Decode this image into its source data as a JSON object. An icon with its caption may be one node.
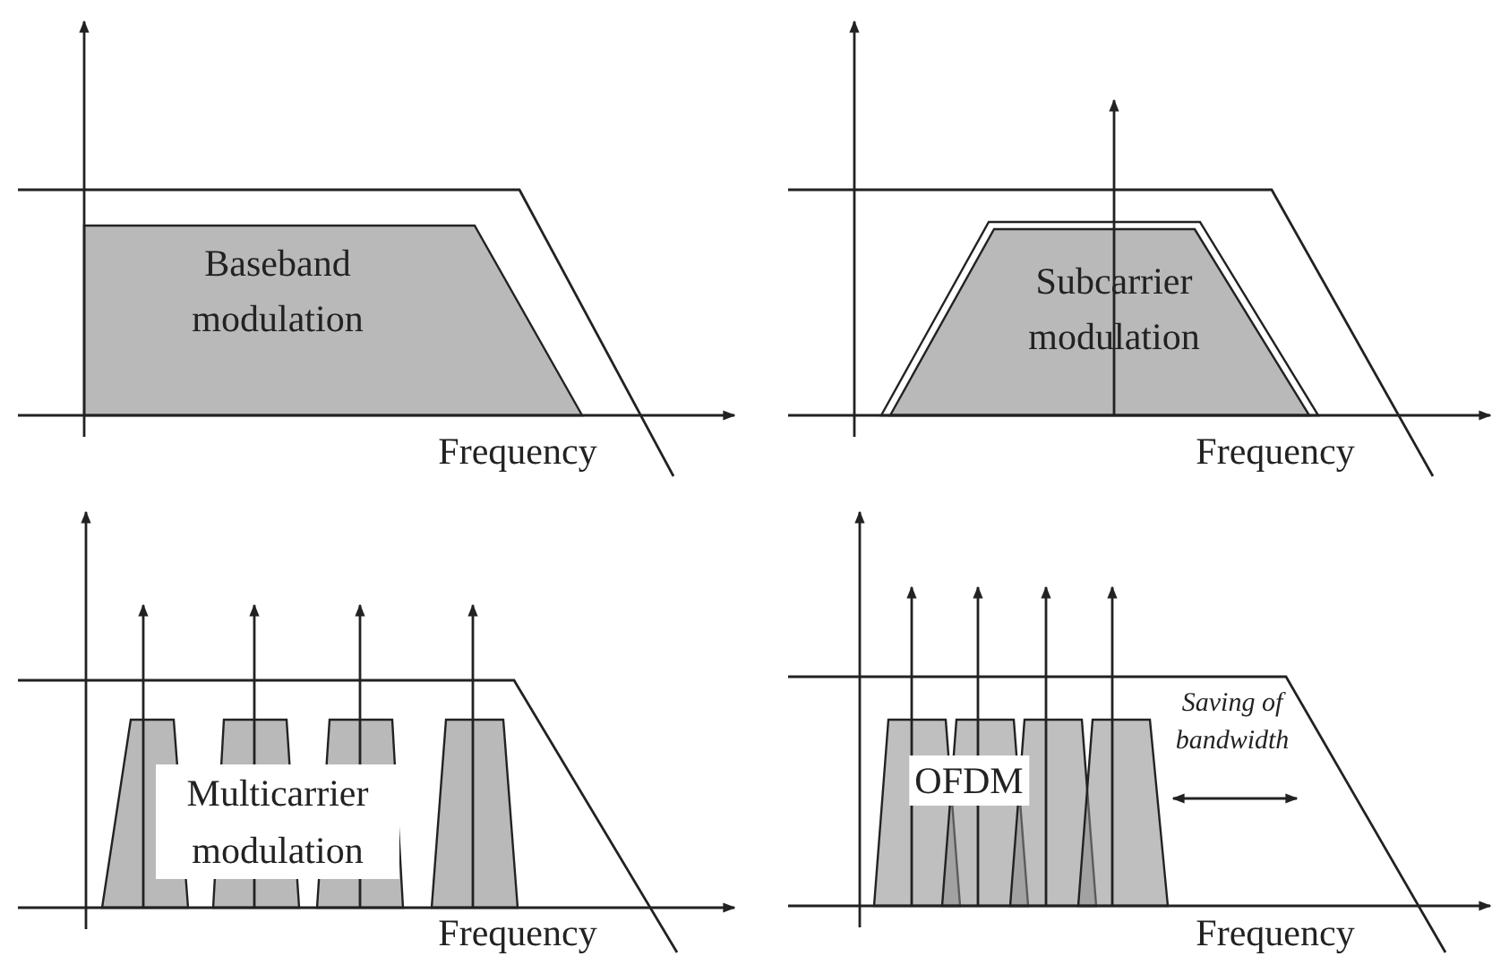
{
  "diagram": {
    "labels": [
      "Baseband modulation",
      "Frequency",
      "Subcarrier modulation",
      "Frequency",
      "Multicarrier modulation",
      "Frequency",
      "OFDM",
      "Saving of bandwidth",
      "Frequency"
    ]
  }
}
